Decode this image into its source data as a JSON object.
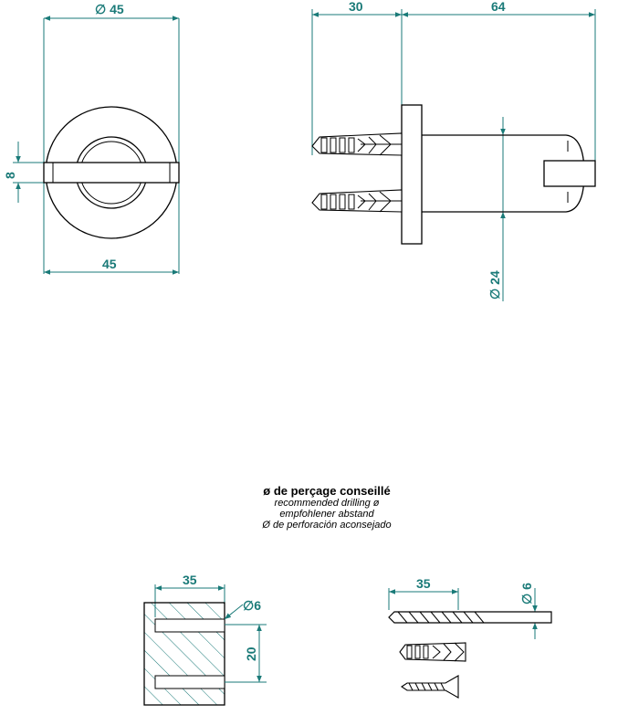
{
  "front_view": {
    "diameter_label": "∅ 45",
    "height_label": "8",
    "width_label": "45"
  },
  "side_view": {
    "depth_label": "30",
    "length_label": "64",
    "diameter_label": "∅ 24"
  },
  "caption": {
    "main": "ø de perçage conseillé",
    "en": "recommended drilling ø",
    "de": "empfohlener abstand",
    "es": "Ø de perforación aconsejado"
  },
  "drilling_block": {
    "depth_label": "35",
    "hole_label": "∅6",
    "spacing_label": "20"
  },
  "drill_bit": {
    "length_label": "35",
    "diameter_label": "∅ 6"
  },
  "colors": {
    "dimension": "#1a7a78",
    "line": "#000000"
  }
}
